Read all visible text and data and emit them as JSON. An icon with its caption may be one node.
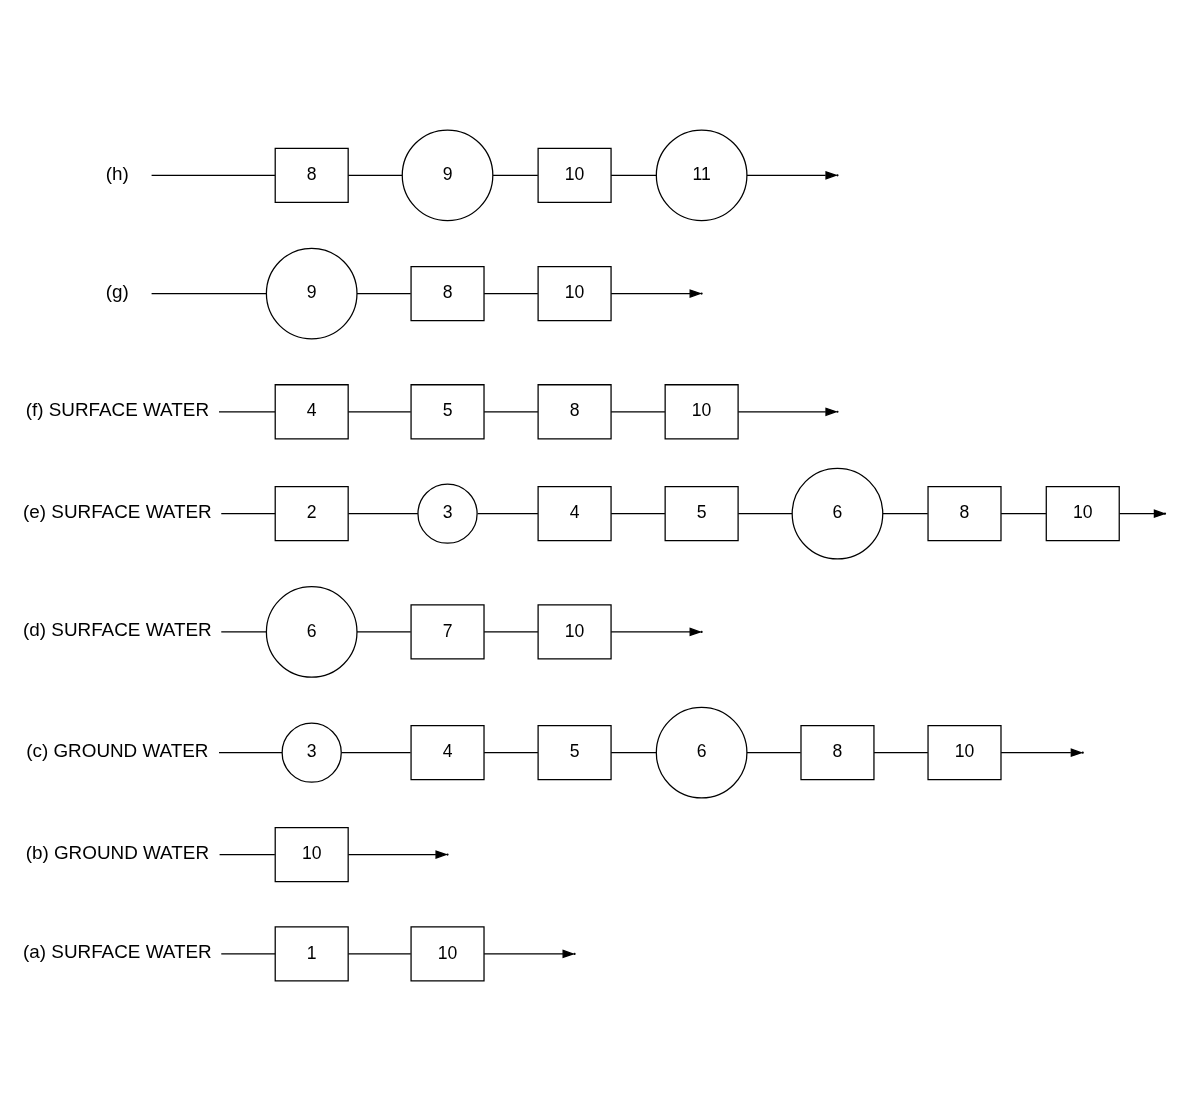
{
  "diagram": {
    "nodes": [
      {
        "text": [
          "(a) SURFACE WATER"
        ]
      },
      {
        "text": [
          "1"
        ]
      },
      {
        "text": [
          "10"
        ]
      },
      {
        "text": [
          "(b) GROUND WATER"
        ]
      },
      {
        "text": [
          "10"
        ]
      },
      {
        "text": [
          "(c) GROUND WATER"
        ]
      },
      {
        "text": [
          "3"
        ]
      },
      {
        "text": [
          "4"
        ]
      },
      {
        "text": [
          "5"
        ]
      },
      {
        "text": [
          "6"
        ]
      },
      {
        "text": [
          "8"
        ]
      },
      {
        "text": [
          "10"
        ]
      },
      {
        "text": [
          "(d) SURFACE WATER"
        ]
      },
      {
        "text": [
          "6"
        ]
      },
      {
        "text": [
          "7"
        ]
      },
      {
        "text": [
          "10"
        ]
      },
      {
        "text": [
          "(e) SURFACE WATER"
        ]
      },
      {
        "text": [
          "2"
        ]
      },
      {
        "text": [
          "3"
        ]
      },
      {
        "text": [
          "4"
        ]
      },
      {
        "text": [
          "5"
        ]
      },
      {
        "text": [
          "6"
        ]
      },
      {
        "text": [
          "8"
        ]
      },
      {
        "text": [
          "10"
        ]
      },
      {
        "text": [
          "(f) SURFACE WATER"
        ]
      },
      {
        "text": [
          "4"
        ]
      },
      {
        "text": [
          "5"
        ]
      },
      {
        "text": [
          "8"
        ]
      },
      {
        "text": [
          "10"
        ]
      },
      {
        "text": [
          "(g)"
        ]
      },
      {
        "text": [
          "9"
        ]
      },
      {
        "text": [
          "8"
        ]
      },
      {
        "text": [
          "10"
        ]
      },
      {
        "text": [
          "(h)"
        ]
      },
      {
        "text": [
          "8"
        ]
      },
      {
        "text": [
          "9"
        ]
      },
      {
        "text": [
          "10"
        ]
      },
      {
        "text": [
          "11"
        ]
      }
    ],
    "edges": [
      {
        "from": 0,
        "to": 1,
        "arrow": "none"
      },
      {
        "from": 1,
        "to": 2,
        "arrow": "none"
      },
      {
        "from": 2,
        "to": null,
        "arrow": "to"
      },
      {
        "from": 3,
        "to": 4,
        "arrow": "none"
      },
      {
        "from": 4,
        "to": null,
        "arrow": "to"
      },
      {
        "from": 5,
        "to": 6,
        "arrow": "none"
      },
      {
        "from": 6,
        "to": 7,
        "arrow": "none"
      },
      {
        "from": 7,
        "to": 8,
        "arrow": "none"
      },
      {
        "from": 8,
        "to": 9,
        "arrow": "none"
      },
      {
        "from": 9,
        "to": 10,
        "arrow": "none"
      },
      {
        "from": 10,
        "to": 11,
        "arrow": "none"
      },
      {
        "from": 11,
        "to": null,
        "arrow": "to"
      },
      {
        "from": 12,
        "to": 13,
        "arrow": "none"
      },
      {
        "from": 13,
        "to": 14,
        "arrow": "none"
      },
      {
        "from": 14,
        "to": 15,
        "arrow": "none"
      },
      {
        "from": 15,
        "to": null,
        "arrow": "to"
      },
      {
        "from": 16,
        "to": 17,
        "arrow": "none"
      },
      {
        "from": 17,
        "to": 18,
        "arrow": "none"
      },
      {
        "from": 18,
        "to": 19,
        "arrow": "none"
      },
      {
        "from": 19,
        "to": 20,
        "arrow": "none"
      },
      {
        "from": 20,
        "to": 21,
        "arrow": "none"
      },
      {
        "from": 21,
        "to": 22,
        "arrow": "none"
      },
      {
        "from": 22,
        "to": 23,
        "arrow": "none"
      },
      {
        "from": 23,
        "to": null,
        "arrow": "to"
      },
      {
        "from": 24,
        "to": 25,
        "arrow": "none"
      },
      {
        "from": 25,
        "to": 26,
        "arrow": "none"
      },
      {
        "from": 26,
        "to": 27,
        "arrow": "none"
      },
      {
        "from": 27,
        "to": 28,
        "arrow": "none"
      },
      {
        "from": 28,
        "to": null,
        "arrow": "to"
      },
      {
        "from": 29,
        "to": 30,
        "arrow": "none"
      },
      {
        "from": 30,
        "to": 31,
        "arrow": "none"
      },
      {
        "from": 31,
        "to": 32,
        "arrow": "none"
      },
      {
        "from": 32,
        "to": null,
        "arrow": "to"
      },
      {
        "from": 33,
        "to": 34,
        "arrow": "none"
      },
      {
        "from": 34,
        "to": 35,
        "arrow": "none"
      },
      {
        "from": 35,
        "to": 36,
        "arrow": "none"
      },
      {
        "from": 36,
        "to": 37,
        "arrow": "none"
      },
      {
        "from": 37,
        "to": null,
        "arrow": "to"
      }
    ]
  }
}
